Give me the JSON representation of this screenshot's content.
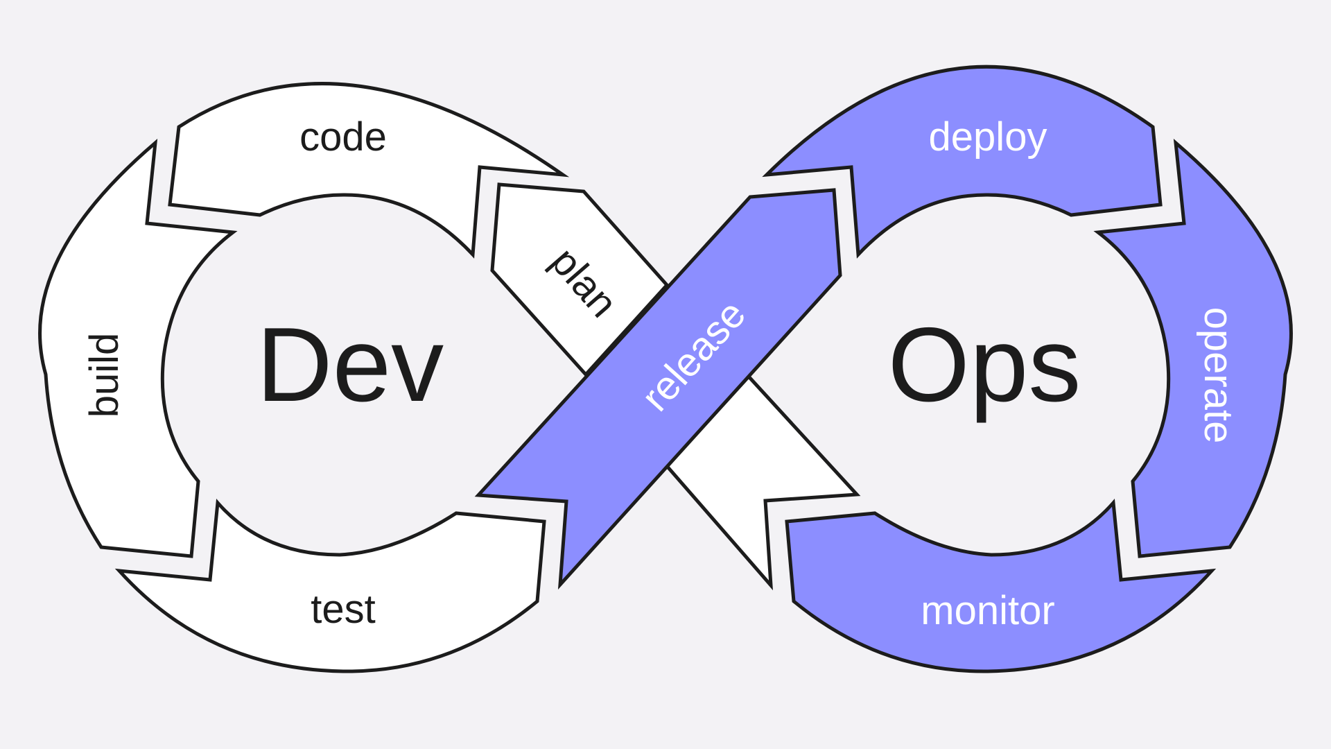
{
  "title_left": "Dev",
  "title_right": "Ops",
  "stages": {
    "code": "code",
    "plan": "plan",
    "build": "build",
    "test": "test",
    "release": "release",
    "deploy": "deploy",
    "operate": "operate",
    "monitor": "monitor"
  },
  "colors": {
    "background": "#f3f2f5",
    "dev_fill": "#ffffff",
    "ops_fill": "#8c8eff",
    "outline": "#1c1c1c",
    "dev_text": "#1c1c1c",
    "ops_text": "#ffffff"
  }
}
